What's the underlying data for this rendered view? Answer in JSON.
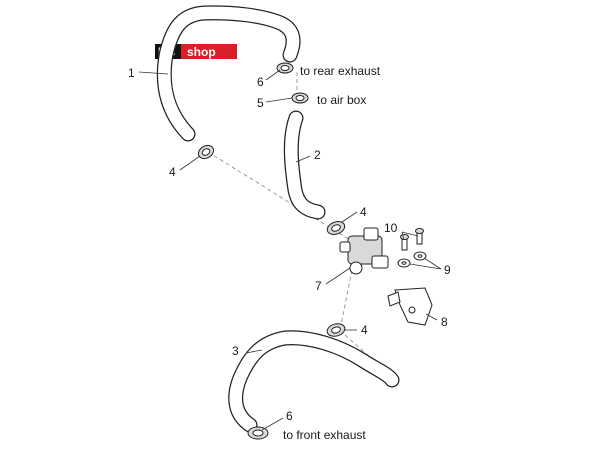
{
  "logo": {
    "text_hc": "HC",
    "text_shop": "shop"
  },
  "callouts": {
    "c1": "1",
    "c2": "2",
    "c3": "3",
    "c4a": "4",
    "c4b": "4",
    "c4c": "4",
    "c5": "5",
    "c6a": "6",
    "c6b": "6",
    "c7": "7",
    "c8": "8",
    "c9": "9",
    "c10": "10"
  },
  "notes": {
    "rear_exhaust": "to rear exhaust",
    "air_box": "to air box",
    "front_exhaust": "to front exhaust"
  },
  "colors": {
    "logo_red": "#d9202a",
    "logo_black": "#111111",
    "line": "#222222"
  }
}
